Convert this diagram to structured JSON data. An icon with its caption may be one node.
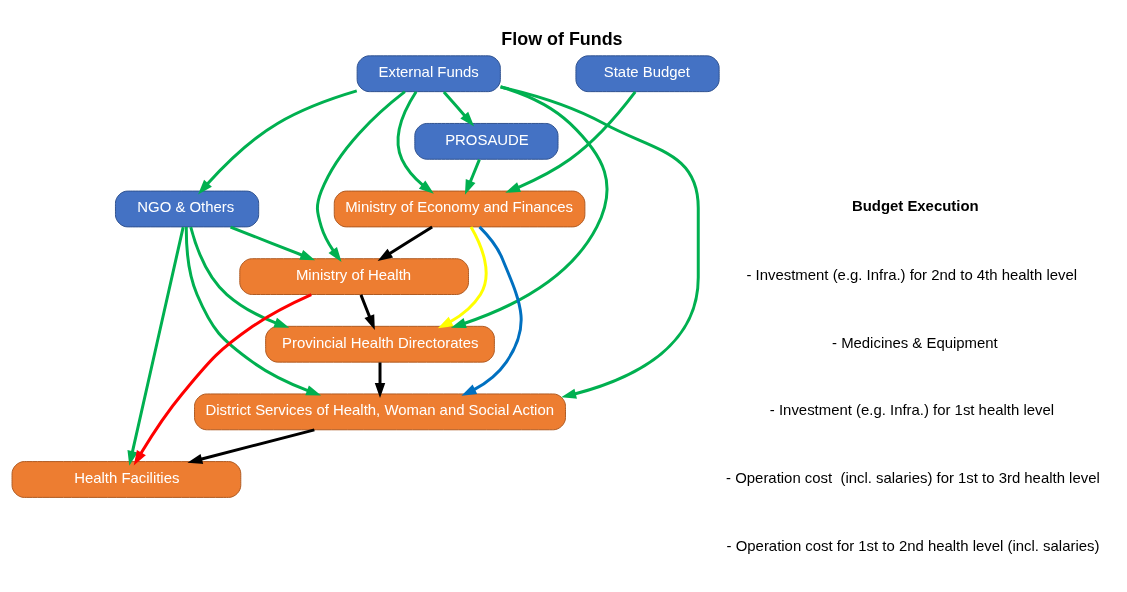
{
  "diagram": {
    "title": "Flow of Funds",
    "nodes": [
      {
        "text": [
          "State Budget"
        ]
      },
      {
        "text": [
          "External Funds"
        ]
      },
      {
        "text": [
          "PROSAUDE"
        ]
      },
      {
        "text": [
          "NGO & Others"
        ]
      },
      {
        "text": [
          "Ministry of Economy and Finances"
        ]
      },
      {
        "text": [
          "Ministry of Health"
        ]
      },
      {
        "text": [
          "Provincial Health Directorates"
        ]
      },
      {
        "text": [
          "District Services of Health, Woman and Social Action"
        ]
      },
      {
        "text": [
          "Health Facilities"
        ]
      }
    ],
    "edges": [
      {
        "from": 0,
        "to": 4,
        "arrow": "to"
      },
      {
        "from": 1,
        "to": 4,
        "arrow": "to"
      },
      {
        "from": 1,
        "to": 2,
        "arrow": "to"
      },
      {
        "from": 1,
        "to": 3,
        "arrow": "to"
      },
      {
        "from": 1,
        "to": 5,
        "arrow": "to"
      },
      {
        "from": 1,
        "to": 6,
        "arrow": "to"
      },
      {
        "from": 1,
        "to": 7,
        "arrow": "to"
      },
      {
        "from": 2,
        "to": 4,
        "arrow": "to"
      },
      {
        "from": 3,
        "to": 5,
        "arrow": "to"
      },
      {
        "from": 3,
        "to": 6,
        "arrow": "to"
      },
      {
        "from": 3,
        "to": 7,
        "arrow": "to"
      },
      {
        "from": 3,
        "to": 8,
        "arrow": "to"
      },
      {
        "from": 4,
        "to": 5,
        "arrow": "to",
        "color": "#000000"
      },
      {
        "from": 4,
        "to": 6,
        "arrow": "to",
        "color": "#ffff00"
      },
      {
        "from": 4,
        "to": 7,
        "arrow": "to",
        "color": "#0070c0"
      },
      {
        "from": 5,
        "to": 8,
        "arrow": "to",
        "color": "#ff0000"
      },
      {
        "from": 5,
        "to": 6,
        "arrow": "to",
        "color": "#000000"
      },
      {
        "from": 6,
        "to": 7,
        "arrow": "to",
        "color": "#000000"
      },
      {
        "from": 7,
        "to": 8,
        "arrow": "to",
        "color": "#000000"
      }
    ],
    "labels": [
      "Budget Execution",
      "- Investment (e.g. Infra.) for 2nd to 4th health level",
      "- Medicines & Equipment",
      "- Investment (e.g. Infra.) for 1st health level",
      "- Operation cost  (incl. salaries) for 1st to 3rd health level",
      "- Operation cost for 1st to 2nd health level (incl. salaries)"
    ]
  }
}
